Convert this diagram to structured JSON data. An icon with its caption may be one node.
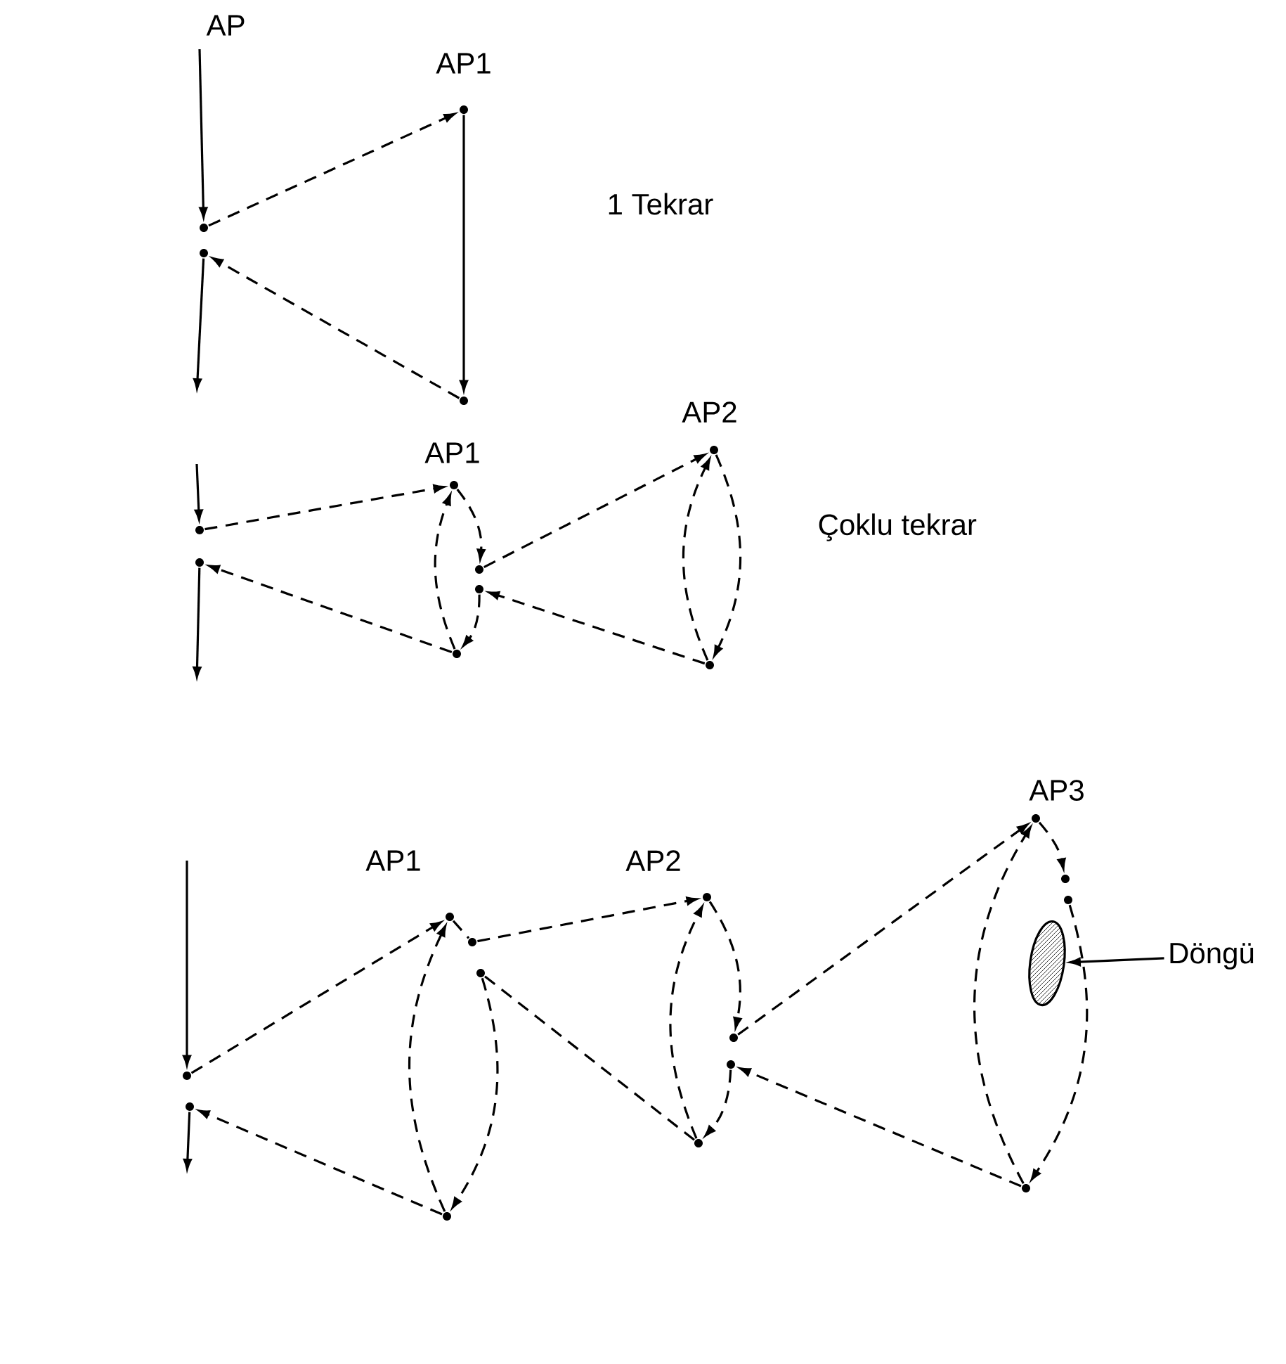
{
  "diagram": {
    "nodes": [
      {
        "text": [],
        "shape": "dot"
      },
      {
        "text": [],
        "shape": "dot"
      },
      {
        "text": [],
        "shape": "dot",
        "beside": [
          "AP1"
        ]
      },
      {
        "text": [],
        "shape": "dot"
      },
      {
        "text": [],
        "shape": "dot"
      },
      {
        "text": [],
        "shape": "dot"
      },
      {
        "text": [],
        "shape": "dot",
        "beside": [
          "AP1"
        ]
      },
      {
        "text": [],
        "shape": "dot"
      },
      {
        "text": [],
        "shape": "dot"
      },
      {
        "text": [],
        "shape": "dot"
      },
      {
        "text": [],
        "shape": "dot",
        "beside": [
          "AP2"
        ]
      },
      {
        "text": [],
        "shape": "dot"
      },
      {
        "text": [],
        "shape": "dot"
      },
      {
        "text": [],
        "shape": "dot"
      },
      {
        "text": [],
        "shape": "dot",
        "beside": [
          "AP1"
        ]
      },
      {
        "text": [],
        "shape": "dot"
      },
      {
        "text": [],
        "shape": "dot"
      },
      {
        "text": [],
        "shape": "dot"
      },
      {
        "text": [],
        "shape": "dot",
        "beside": [
          "AP2"
        ]
      },
      {
        "text": [],
        "shape": "dot"
      },
      {
        "text": [],
        "shape": "dot"
      },
      {
        "text": [],
        "shape": "dot"
      },
      {
        "text": [],
        "shape": "dot",
        "beside": [
          "AP3"
        ]
      },
      {
        "text": [],
        "shape": "dot"
      },
      {
        "text": [],
        "shape": "dot"
      },
      {
        "text": [],
        "shape": "dot"
      },
      {
        "text": [],
        "shape": "ellipse"
      },
      {
        "text": [
          "Döngü"
        ]
      }
    ],
    "edges": [
      {
        "from": null,
        "to": 0,
        "arrow": "to"
      },
      {
        "from": 0,
        "to": 2,
        "arrow": "to",
        "style": "dashed"
      },
      {
        "from": 2,
        "to": 3,
        "arrow": "to"
      },
      {
        "from": 3,
        "to": 1,
        "arrow": "to",
        "style": "dashed"
      },
      {
        "from": 1,
        "to": null,
        "arrow": "to"
      },
      {
        "from": null,
        "to": 4,
        "arrow": "to"
      },
      {
        "from": 4,
        "to": 6,
        "arrow": "to",
        "style": "dashed"
      },
      {
        "from": 9,
        "to": 6,
        "arrow": "to",
        "style": "dashed"
      },
      {
        "from": 6,
        "to": 7,
        "arrow": "to",
        "style": "dashed"
      },
      {
        "from": 7,
        "to": 10,
        "arrow": "to",
        "style": "dashed"
      },
      {
        "from": 10,
        "to": 11,
        "arrow": "to",
        "style": "dashed"
      },
      {
        "from": 11,
        "to": 10,
        "arrow": "to",
        "style": "dashed"
      },
      {
        "from": 11,
        "to": 8,
        "arrow": "to",
        "style": "dashed"
      },
      {
        "from": 8,
        "to": 9,
        "arrow": "to",
        "style": "dashed"
      },
      {
        "from": 9,
        "to": 5,
        "arrow": "to",
        "style": "dashed"
      },
      {
        "from": 5,
        "to": null,
        "arrow": "to"
      },
      {
        "from": null,
        "to": 12,
        "arrow": "to"
      },
      {
        "from": 12,
        "to": 14,
        "arrow": "to",
        "style": "dashed"
      },
      {
        "from": 14,
        "to": 15,
        "arrow": "none",
        "style": "dashed"
      },
      {
        "from": 15,
        "to": 18,
        "arrow": "to",
        "style": "dashed"
      },
      {
        "from": 21,
        "to": 18,
        "arrow": "to",
        "style": "dashed"
      },
      {
        "from": 18,
        "to": 19,
        "arrow": "to",
        "style": "dashed"
      },
      {
        "from": 19,
        "to": 22,
        "arrow": "to",
        "style": "dashed"
      },
      {
        "from": 25,
        "to": 22,
        "arrow": "to",
        "style": "dashed"
      },
      {
        "from": 22,
        "to": 23,
        "arrow": "to",
        "style": "dashed"
      },
      {
        "from": 24,
        "to": 25,
        "arrow": "to",
        "style": "dashed"
      },
      {
        "from": 25,
        "to": 20,
        "arrow": "to",
        "style": "dashed"
      },
      {
        "from": 20,
        "to": 21,
        "arrow": "to",
        "style": "dashed"
      },
      {
        "from": 21,
        "to": 16,
        "arrow": "none",
        "style": "dashed"
      },
      {
        "from": 16,
        "to": 17,
        "arrow": "to",
        "style": "dashed"
      },
      {
        "from": 17,
        "to": 14,
        "arrow": "to",
        "style": "dashed"
      },
      {
        "from": 17,
        "to": 13,
        "arrow": "to",
        "style": "dashed"
      },
      {
        "from": 13,
        "to": null,
        "arrow": "to"
      },
      {
        "from": 27,
        "to": 26,
        "arrow": "to"
      }
    ],
    "labels": [
      "AP",
      "1 Tekrar",
      "Çoklu tekrar"
    ]
  }
}
